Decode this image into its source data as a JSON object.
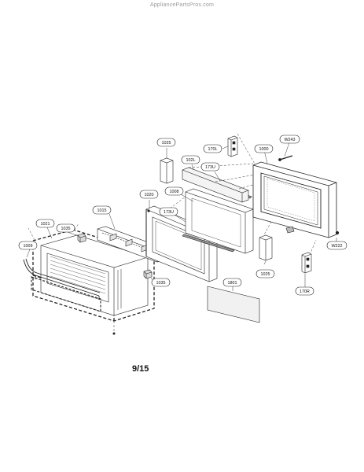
{
  "watermark": "AppliancePartsPros.com",
  "page_number": "9/15",
  "callouts": [
    {
      "id": "1025a",
      "label": "1025"
    },
    {
      "id": "170L",
      "label": "170L"
    },
    {
      "id": "1000",
      "label": "1000"
    },
    {
      "id": "W243",
      "label": "W243"
    },
    {
      "id": "102L",
      "label": "102L"
    },
    {
      "id": "173Ua",
      "label": "173U"
    },
    {
      "id": "1020",
      "label": "1020"
    },
    {
      "id": "1008",
      "label": "1008"
    },
    {
      "id": "1015",
      "label": "1015"
    },
    {
      "id": "173Ub",
      "label": "173U"
    },
    {
      "id": "1021",
      "label": "1021"
    },
    {
      "id": "1035a",
      "label": "1035"
    },
    {
      "id": "1009",
      "label": "1009"
    },
    {
      "id": "1035b",
      "label": "1035"
    },
    {
      "id": "W222",
      "label": "W222"
    },
    {
      "id": "1025b",
      "label": "1025"
    },
    {
      "id": "1801",
      "label": "1801"
    },
    {
      "id": "170R",
      "label": "170R"
    }
  ]
}
